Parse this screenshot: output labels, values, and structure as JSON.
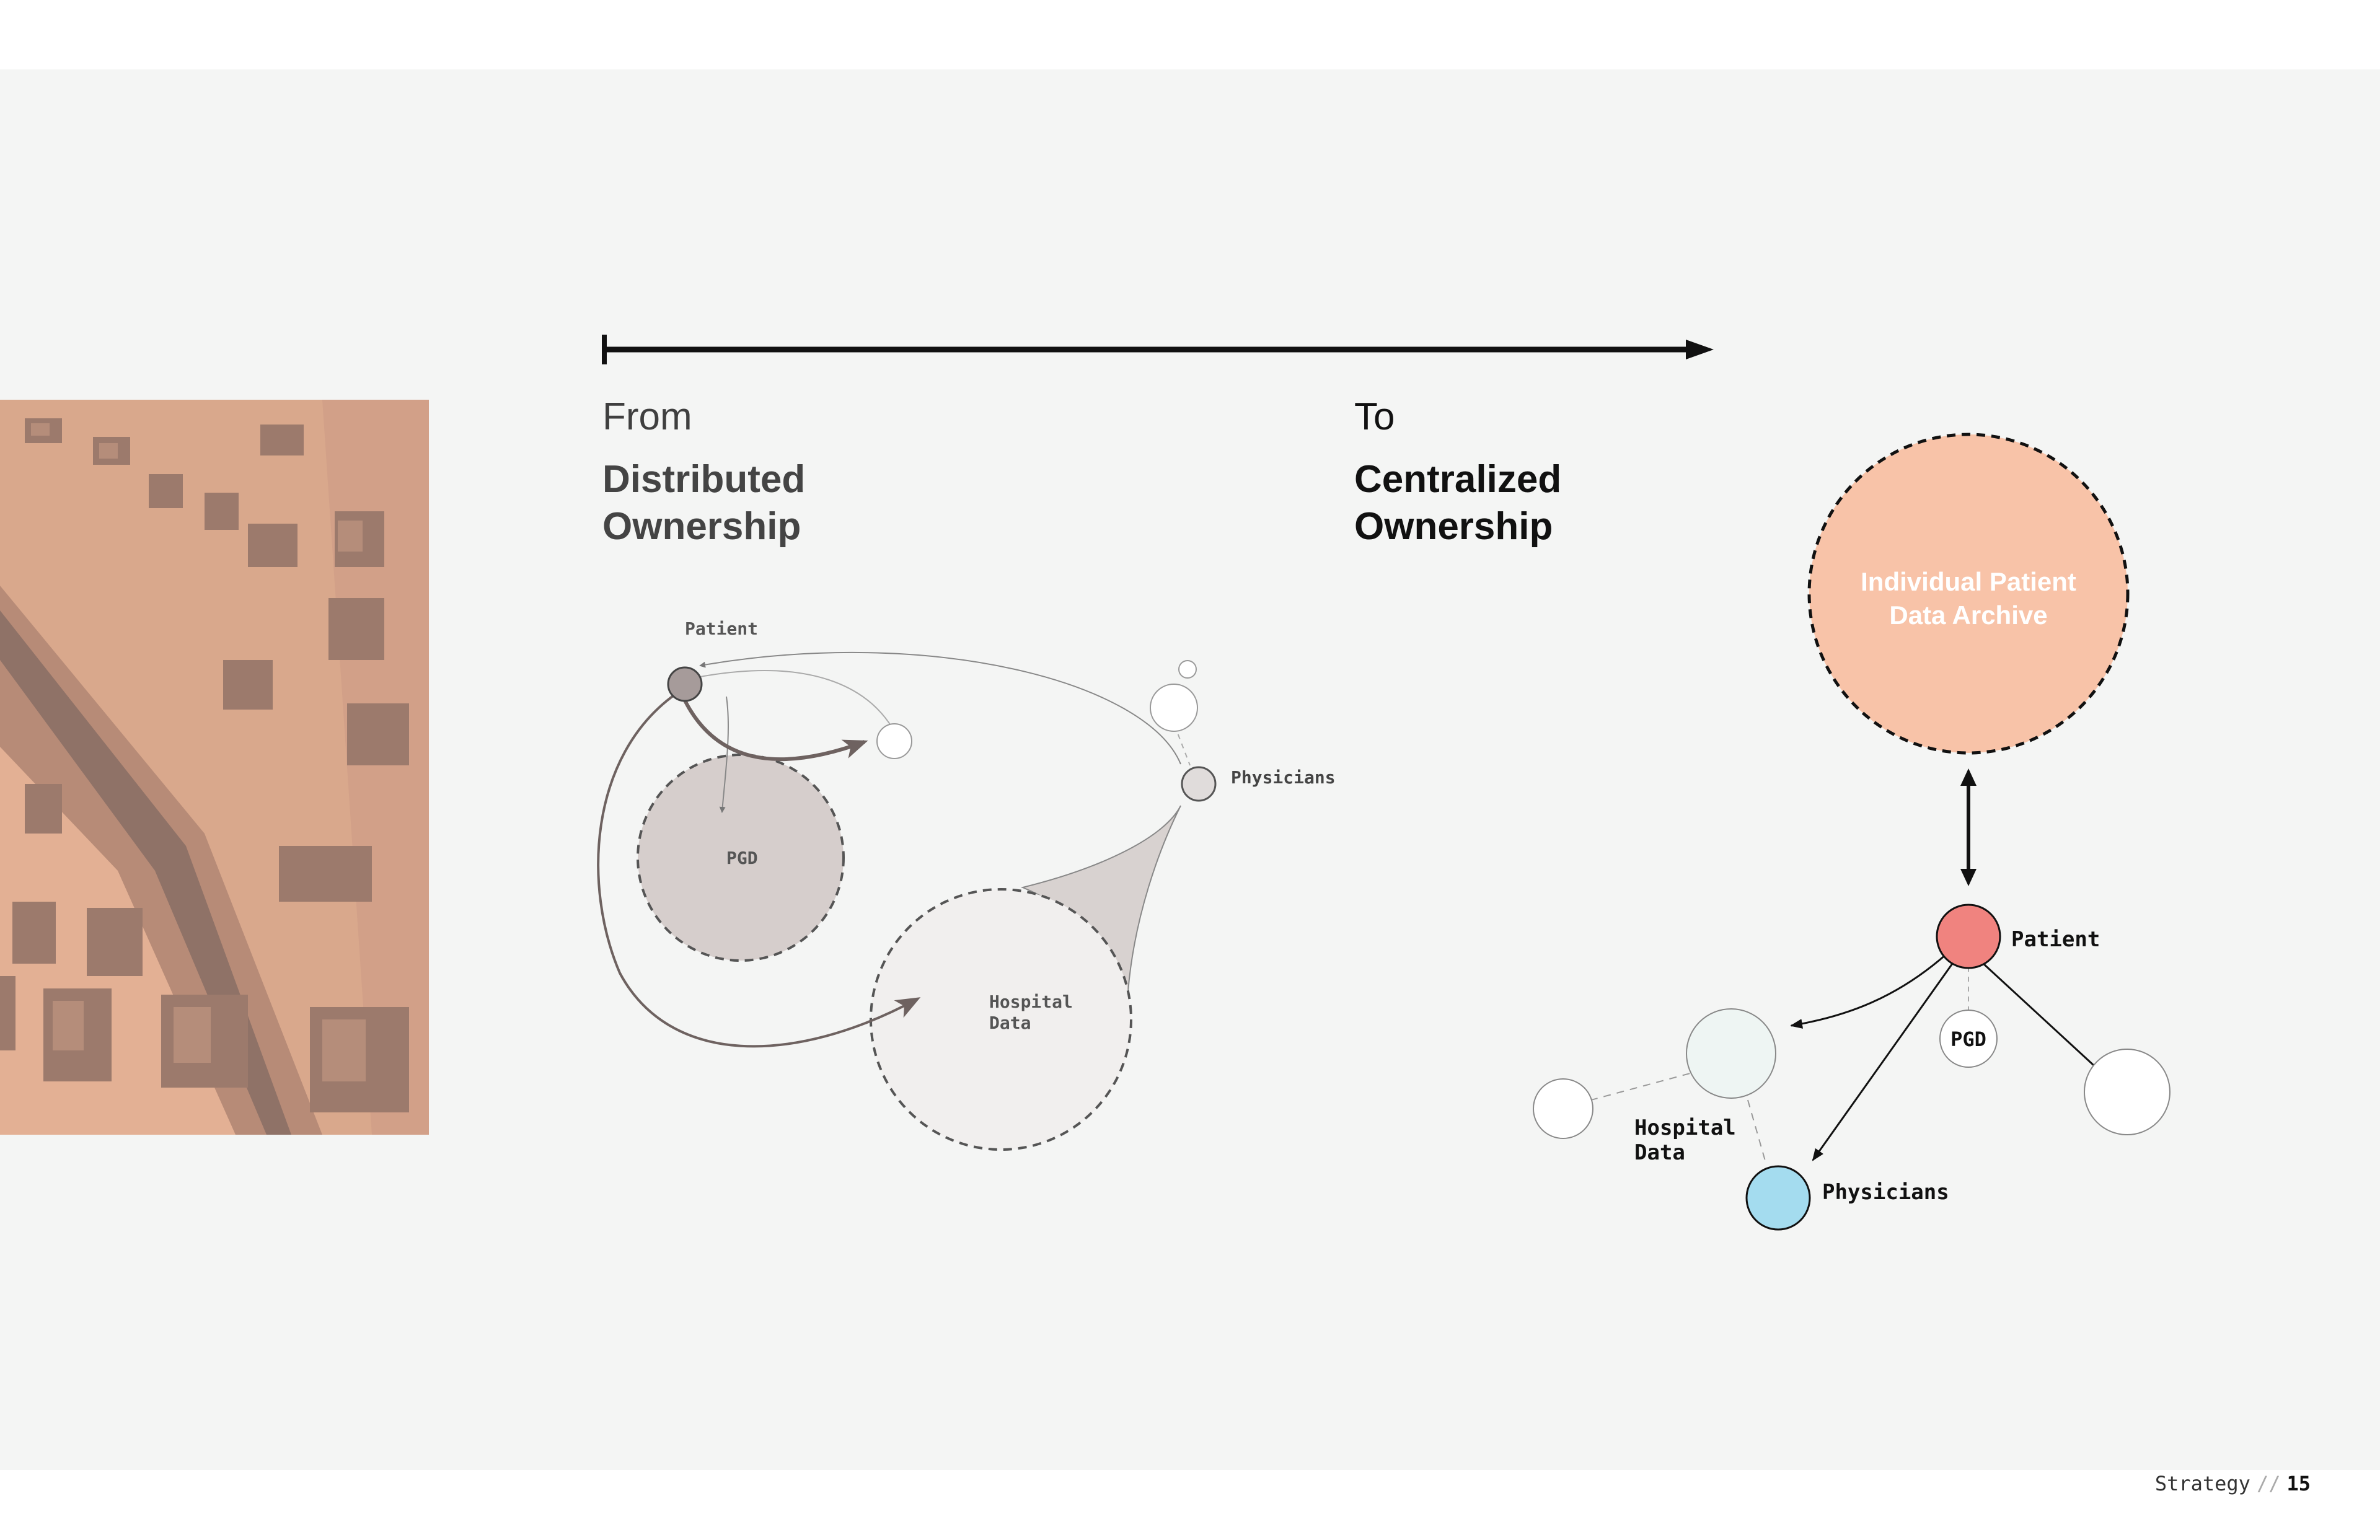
{
  "header": {
    "from_label": "From",
    "from_title_line1": "Distributed",
    "from_title_line2": "Ownership",
    "to_label": "To",
    "to_title_line1": "Centralized",
    "to_title_line2": "Ownership"
  },
  "left_diagram": {
    "patient": "Patient",
    "pgd": "PGD",
    "physicians": "Physicians",
    "hospital_line1": "Hospital",
    "hospital_line2": "Data"
  },
  "right_diagram": {
    "archive_line1": "Individual Patient",
    "archive_line2": "Data Archive",
    "patient": "Patient",
    "pgd": "PGD",
    "hospital_line1": "Hospital",
    "hospital_line2": "Data",
    "physicians": "Physicians"
  },
  "colors": {
    "archive": "#f8c3a8",
    "patient_node": "#f0837f",
    "physicians_node": "#a4dcef",
    "hospital_node": "#eef5f3",
    "left_patient": "#a69b9a",
    "left_pgd": "#d6cecc",
    "photo_tint": "#e8b59a"
  },
  "footer": {
    "section": "Strategy",
    "separator": "//",
    "page": "15"
  }
}
